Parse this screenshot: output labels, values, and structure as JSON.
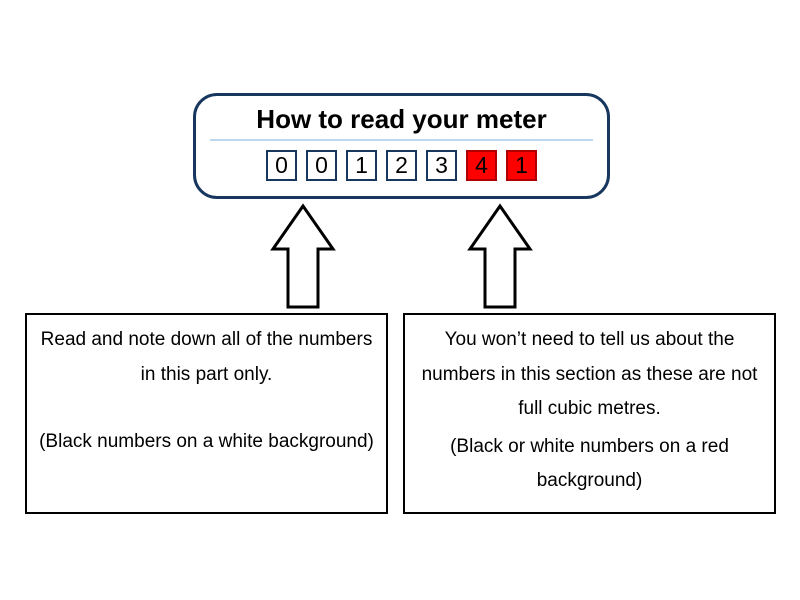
{
  "meter": {
    "title": "How to read your meter",
    "digits": [
      {
        "value": "0",
        "bg": "white"
      },
      {
        "value": "0",
        "bg": "white"
      },
      {
        "value": "1",
        "bg": "white"
      },
      {
        "value": "2",
        "bg": "white"
      },
      {
        "value": "3",
        "bg": "white"
      },
      {
        "value": "4",
        "bg": "red"
      },
      {
        "value": "1",
        "bg": "red"
      }
    ]
  },
  "callouts": {
    "left": {
      "paragraph1": "Read and note down all of the numbers in this part only.",
      "paragraph2": "(Black numbers on a white background)"
    },
    "right": {
      "paragraph1": "You won’t need to tell us about the numbers in this section as these are not full cubic metres.",
      "paragraph2": "(Black or white numbers on a red background)"
    }
  },
  "colors": {
    "panel_border": "#17375E",
    "digit_border": "#17375E",
    "digit_red_bg": "#FF0000",
    "digit_red_border": "#B00000",
    "divider": "#BDD7EE",
    "text": "#000000"
  }
}
